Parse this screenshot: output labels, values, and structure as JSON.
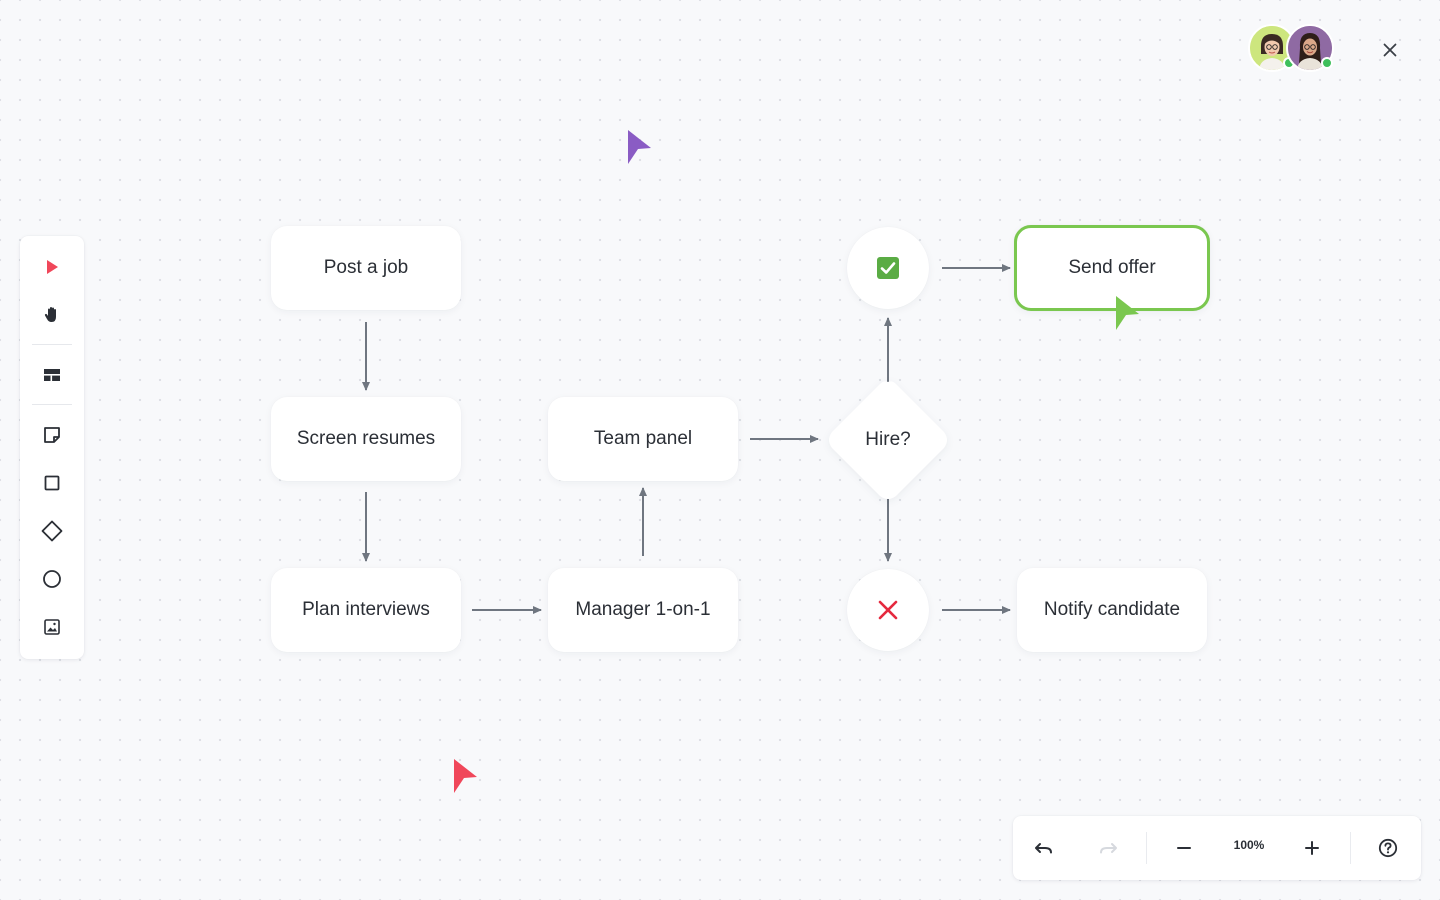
{
  "canvas": {
    "nodes": {
      "post_job": "Post a job",
      "screen_resumes": "Screen resumes",
      "plan_interviews": "Plan interviews",
      "team_panel": "Team panel",
      "manager_1on1": "Manager 1-on-1",
      "hire": "Hire?",
      "send_offer": "Send offer",
      "notify_candidate": "Notify candidate"
    },
    "approve_icon": "check-icon",
    "reject_icon": "x-icon"
  },
  "toolbar": {
    "tools": [
      "select-tool",
      "hand-tool",
      "frame-tool",
      "sticky-note-tool",
      "rectangle-tool",
      "diamond-tool",
      "circle-tool",
      "image-tool"
    ],
    "active_tool": "select-tool"
  },
  "bottombar": {
    "zoom": "100%"
  },
  "colors": {
    "accent_red": "#f0475a",
    "accent_green": "#7ac74f",
    "accent_purple": "#8a5cc4",
    "check_green": "#5aac44",
    "reject_red": "#e5293e"
  },
  "collaborators": [
    "avatar-1",
    "avatar-2"
  ]
}
